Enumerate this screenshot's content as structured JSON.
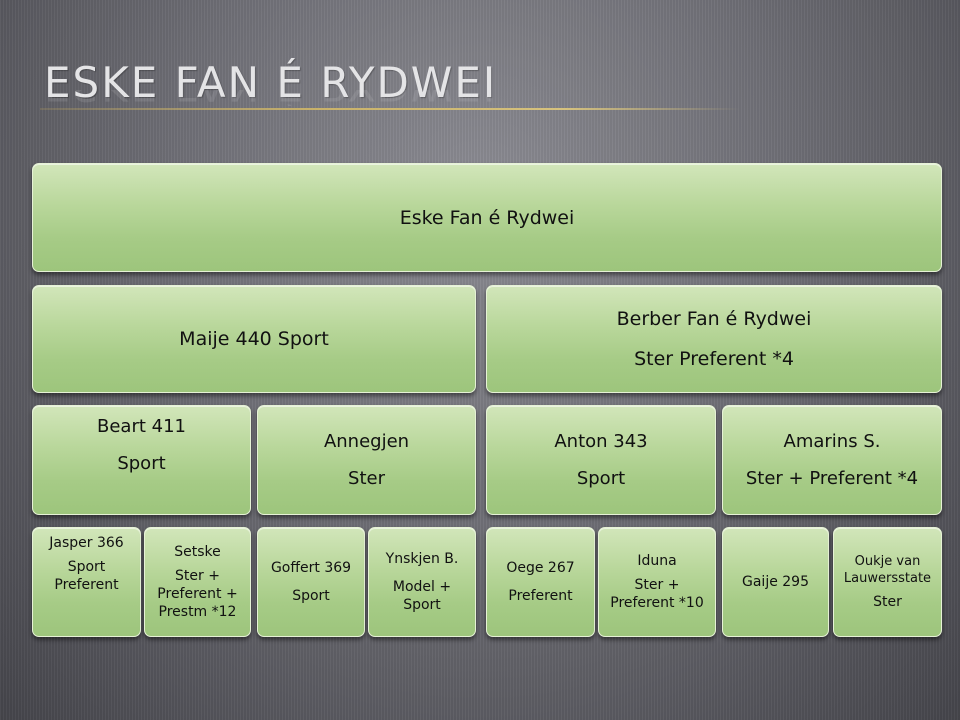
{
  "page": {
    "title": "ESKE FAN É RYDWEI"
  },
  "tree": {
    "root": {
      "line1": "Eske Fan é Rydwei"
    },
    "parents": [
      {
        "line1": "Maije 440  Sport",
        "line2": ""
      },
      {
        "line1": "Berber Fan é Rydwei",
        "line2": "Ster Preferent *4"
      }
    ],
    "grandparents": [
      {
        "line1": "Beart 411",
        "line2": "Sport"
      },
      {
        "line1": "Annegjen",
        "line2": "Ster"
      },
      {
        "line1": "Anton 343",
        "line2": "Sport"
      },
      {
        "line1": "Amarins S.",
        "line2": "Ster + Preferent *4"
      }
    ],
    "great_grandparents": [
      {
        "line1": "Jasper 366",
        "line2": "Sport Preferent"
      },
      {
        "line1": "Setske",
        "line2": "Ster + Preferent + Prestm *12"
      },
      {
        "line1": "Goffert 369",
        "line2": "Sport"
      },
      {
        "line1": "Ynskjen B.",
        "line2": "Model + Sport"
      },
      {
        "line1": "Oege 267",
        "line2": "Preferent"
      },
      {
        "line1": "Iduna",
        "line2": "Ster + Preferent *10"
      },
      {
        "line1": "Gaije 295",
        "line2": ""
      },
      {
        "line1": "Oukje van Lauwersstate",
        "line2": "Ster"
      }
    ]
  },
  "colors": {
    "box_fill": "#b9d79b",
    "box_border": "#e6f2d6",
    "title_rule": "#c9b26a",
    "background": "#6f6f76"
  }
}
